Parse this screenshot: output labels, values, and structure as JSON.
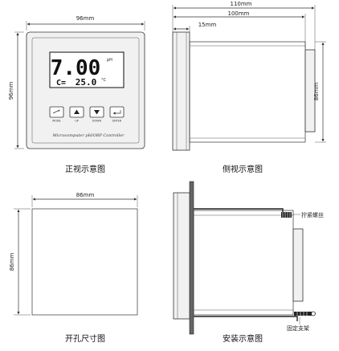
{
  "front_view": {
    "width_dim": "96mm",
    "height_dim": "96mm",
    "caption": "正视示意图",
    "display_main": "7.00",
    "display_main_unit": "pH",
    "display_temp_prefix": "C=",
    "display_temp": "25.0",
    "display_temp_unit": "°C",
    "buttons": [
      "MODE",
      "UP",
      "DOWN",
      "ENTER"
    ],
    "model_label": "Microcomputer pH/ORP Controller"
  },
  "side_view": {
    "dim_total": "110mm",
    "dim_body": "100mm",
    "dim_flange": "15mm",
    "dim_height": "86mm",
    "caption": "侧视示意图"
  },
  "cutout_view": {
    "width_dim": "86mm",
    "height_dim": "86mm",
    "caption": "开孔尺寸图"
  },
  "install_view": {
    "screw_label": "拧紧螺丝",
    "bracket_label": "固定支架",
    "caption": "安装示意图"
  }
}
